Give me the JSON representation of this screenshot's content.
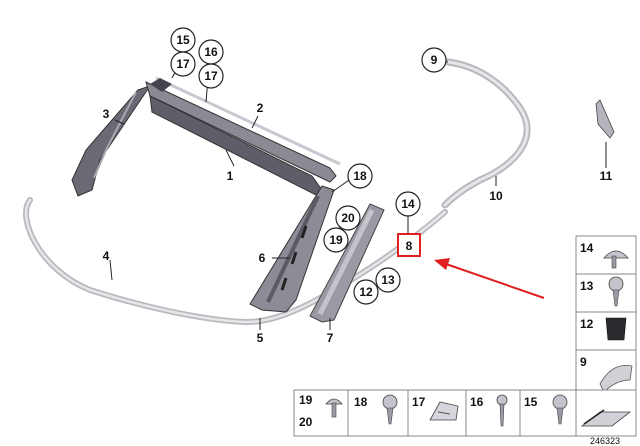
{
  "callouts": {
    "c15": "15",
    "c16": "16",
    "c17a": "17",
    "c17b": "17",
    "c9": "9",
    "c18": "18",
    "c20": "20",
    "c19": "19",
    "c14": "14",
    "c12": "12",
    "c13": "13"
  },
  "labels": {
    "l3": "3",
    "l2": "2",
    "l1": "1",
    "l4": "4",
    "l6": "6",
    "l5": "5",
    "l7": "7",
    "l10": "10",
    "l11": "11",
    "l8": "8"
  },
  "legend_right": [
    "14",
    "13",
    "12",
    "9"
  ],
  "legend_bottom": {
    "a1": "19",
    "a2": "20",
    "b": "18",
    "c": "17",
    "d": "16",
    "e": "15"
  },
  "catalog_number": "246323",
  "colors": {
    "highlight": "#e02020",
    "arrow": "#e02020",
    "trim_light": "#c8c8cc",
    "trim_dark": "#5a5a64"
  }
}
